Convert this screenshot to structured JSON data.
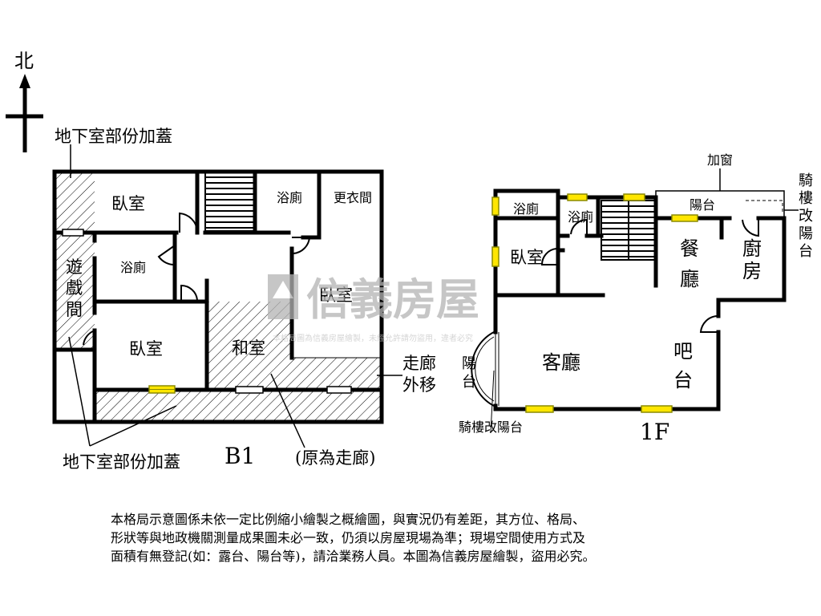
{
  "north_label": "北",
  "b1": {
    "level_label": "B1",
    "addition_label_top": "地下室部份加蓋",
    "addition_label_bottom": "地下室部份加蓋",
    "corridor_note": "(原為走廊)",
    "corridor_moved": [
      "走廊",
      "外移"
    ],
    "rooms": {
      "bedroom_top": "臥室",
      "bath_top": "浴廁",
      "dressing_room": "更衣間",
      "game_room": [
        "遊",
        "戲",
        "間"
      ],
      "bath_mid": "浴廁",
      "bedroom_right": "臥室",
      "bedroom_bottom": "臥室",
      "japanese_room": "和室"
    }
  },
  "f1": {
    "level_label": "1F",
    "window_added": "加窗",
    "arcade_to_balcony_right": [
      "騎",
      "樓",
      "改",
      "陽",
      "台"
    ],
    "arcade_to_balcony_bottom": "騎樓改陽台",
    "rooms": {
      "bath_left": "浴廁",
      "bath_right": "浴廁",
      "bedroom": "臥室",
      "balcony_top": "陽台",
      "dining": [
        "餐",
        "廳"
      ],
      "kitchen": [
        "廚",
        "房"
      ],
      "living": "客廳",
      "bar": [
        "吧",
        "台"
      ],
      "balcony_left": [
        "陽",
        "台"
      ]
    }
  },
  "watermark": {
    "brand": "信義房屋",
    "notice": "本格局圖為信義房屋繪製，未經允許請勿盜用，違者必究"
  },
  "disclaimer": [
    "本格局示意圖係未依一定比例縮小繪製之概繪圖，與實況仍有差距，其方位、格局、",
    "形狀等與地政機關測量成果圖未必一致，仍須以房屋現場為準；現場空間使用方式及",
    "面積有無登記(如：露台、陽台等)，請洽業務人員。本圖為信義房屋繪製，盜用必究。"
  ],
  "colors": {
    "wall": "#000000",
    "window_frame": "#8a8a00",
    "window_fill": "#ffe600",
    "watermark": "#b4b4b4"
  }
}
